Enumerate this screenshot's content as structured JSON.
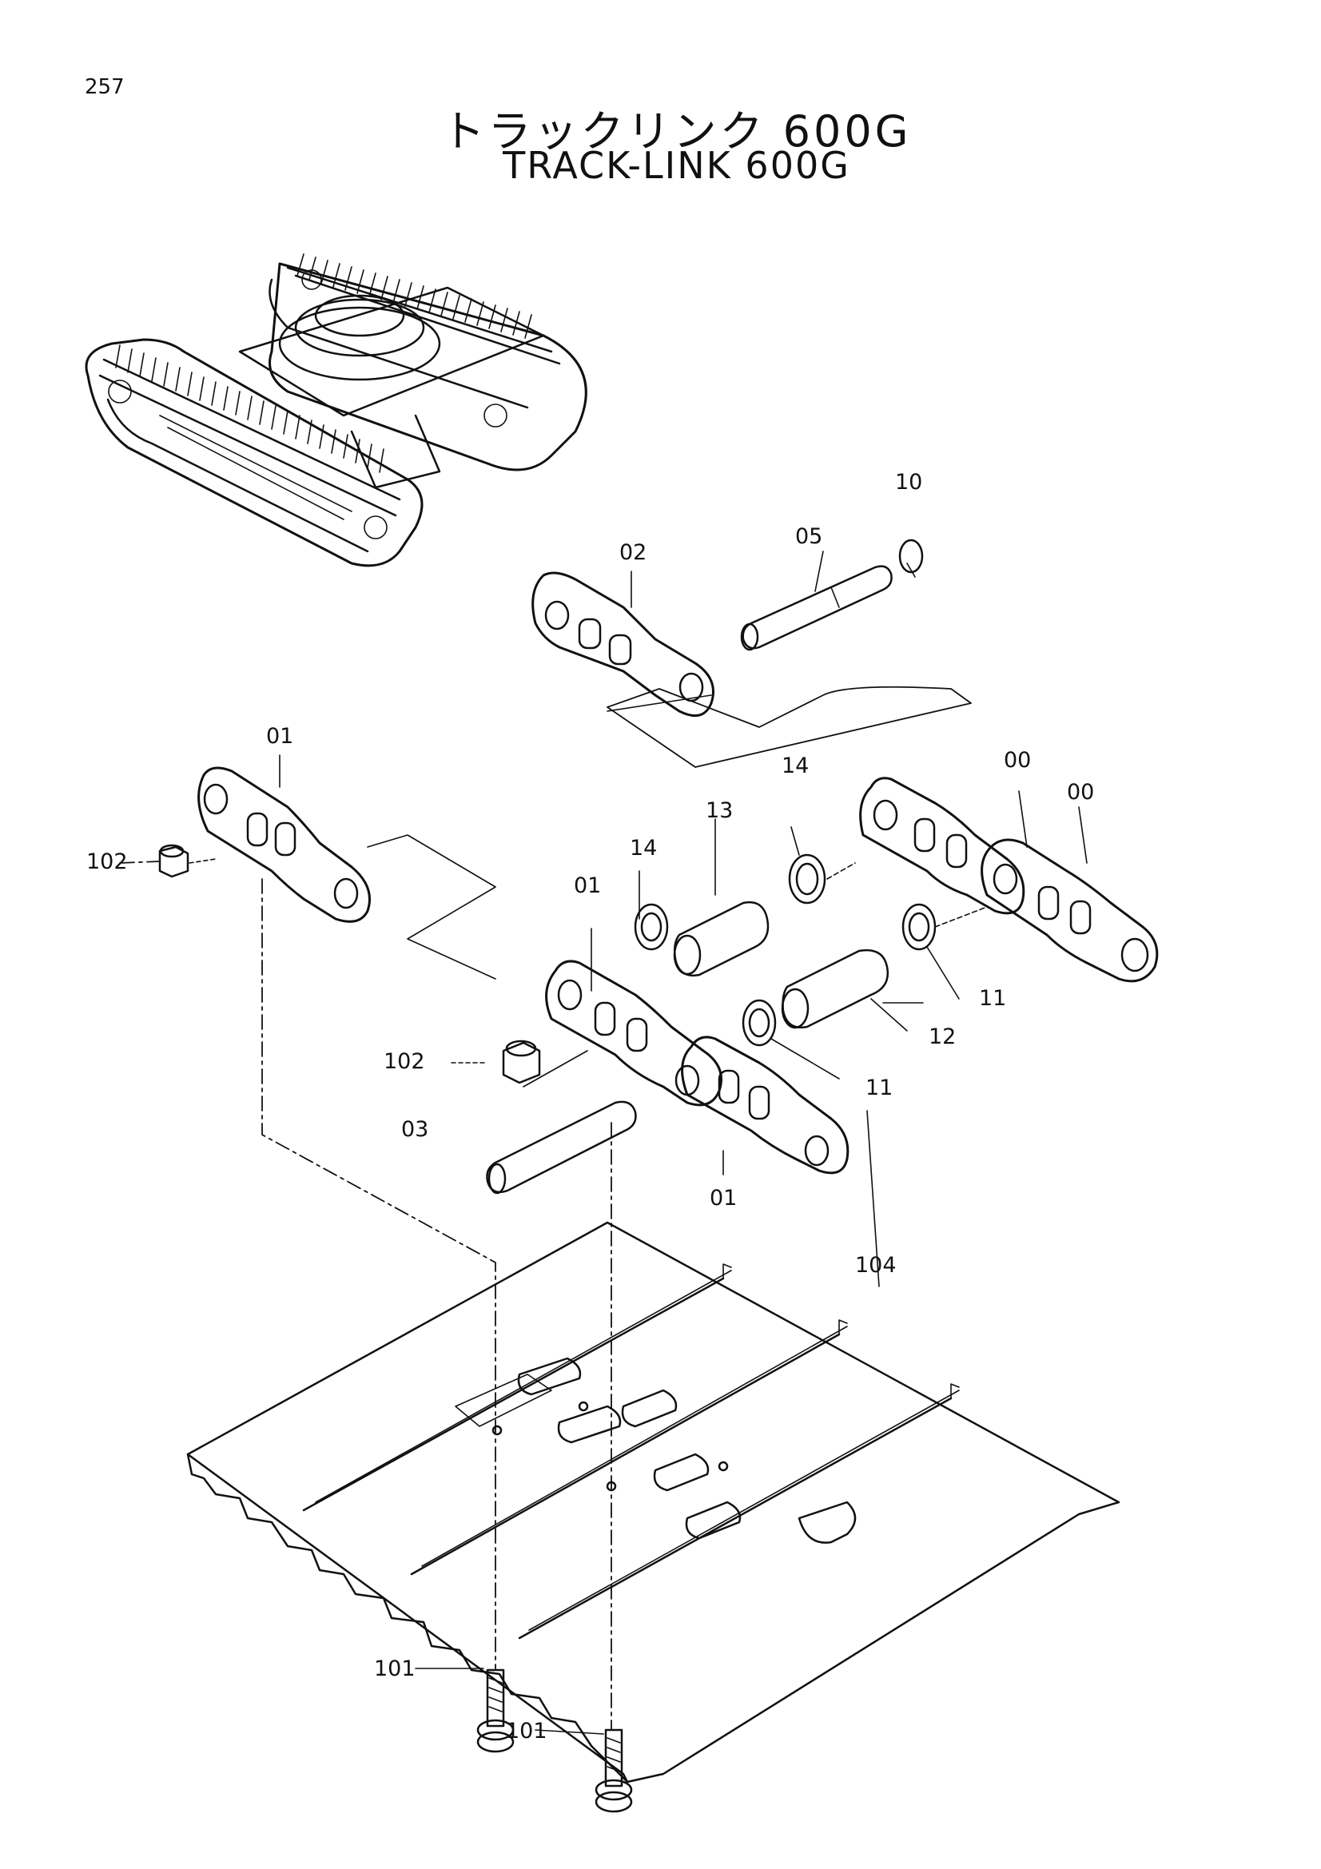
{
  "page": {
    "number": "257"
  },
  "title": {
    "jp": "トラックリンク 600G",
    "en": "TRACK-LINK 600G"
  },
  "callouts": {
    "c00a": "00",
    "c00b": "00",
    "c01a": "01",
    "c01b": "01",
    "c01c": "01",
    "c02": "02",
    "c03": "03",
    "c05": "05",
    "c10": "10",
    "c11a": "11",
    "c11b": "11",
    "c12": "12",
    "c13": "13",
    "c14a": "14",
    "c14b": "14",
    "c101a": "101",
    "c101b": "101",
    "c102a": "102",
    "c102b": "102",
    "c104": "104"
  }
}
